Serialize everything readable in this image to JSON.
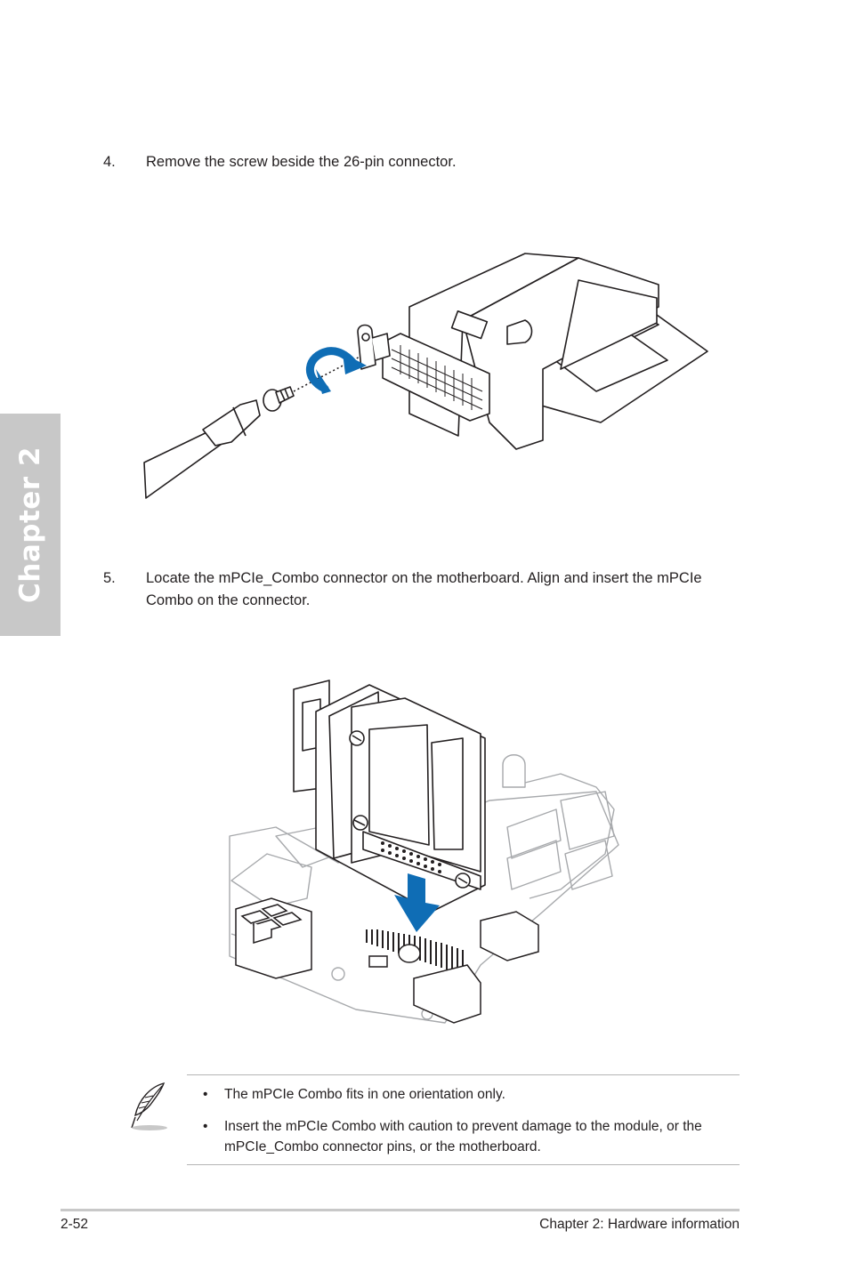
{
  "sidebar": {
    "chapter_label": "Chapter 2"
  },
  "steps": [
    {
      "number": "4.",
      "text": "Remove the screw beside the 26-pin connector."
    },
    {
      "number": "5.",
      "text": "Locate the mPCIe_Combo connector on the motherboard. Align and insert the mPCIe Combo on the connector."
    }
  ],
  "notes": [
    {
      "bullet": "•",
      "text": "The mPCIe Combo fits in one orientation only."
    },
    {
      "bullet": "•",
      "text": "Insert the mPCIe Combo with caution to prevent damage to the module, or the mPCIe_Combo connector pins, or the motherboard."
    }
  ],
  "footer": {
    "page_number": "2-52",
    "chapter_title": "Chapter 2: Hardware information"
  },
  "colors": {
    "accent_blue": "#0f6db5",
    "tab_gray": "#c8c8c8",
    "line_gray": "#b5b5b5"
  },
  "icons": [
    "feather-note-icon",
    "rotation-arrow-icon",
    "down-arrow-icon"
  ]
}
